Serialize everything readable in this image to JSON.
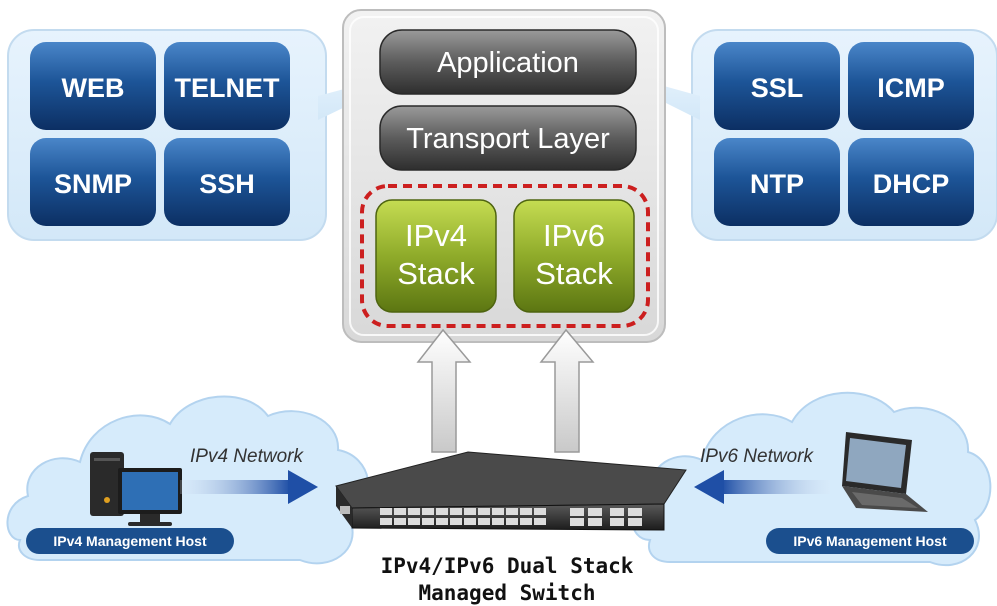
{
  "protocol_groups": {
    "left": [
      "WEB",
      "TELNET",
      "SNMP",
      "SSH"
    ],
    "right": [
      "SSL",
      "ICMP",
      "NTP",
      "DHCP"
    ]
  },
  "stack": {
    "application": "Application",
    "transport": "Transport Layer",
    "ipv4_line1": "IPv4",
    "ipv4_line2": "Stack",
    "ipv6_line1": "IPv6",
    "ipv6_line2": "Stack"
  },
  "networks": {
    "ipv4_label": "IPv4 Network",
    "ipv6_label": "IPv6 Network",
    "ipv4_host": "IPv4 Management Host",
    "ipv6_host": "IPv6 Management Host"
  },
  "caption": {
    "line1": "IPv4/IPv6 Dual Stack",
    "line2": "Managed Switch"
  },
  "icons": [
    "desktop-pc-icon",
    "laptop-icon",
    "network-switch-icon",
    "cloud-icon",
    "arrow-icon"
  ],
  "colors": {
    "blue_button": "#1b4f8e",
    "grey_button": "#5a5a5a",
    "green_button": "#8aa62a",
    "dashed_border": "#cc1f1f",
    "cloud": "#d8ecfb",
    "arrow": "#1f4fa6"
  }
}
